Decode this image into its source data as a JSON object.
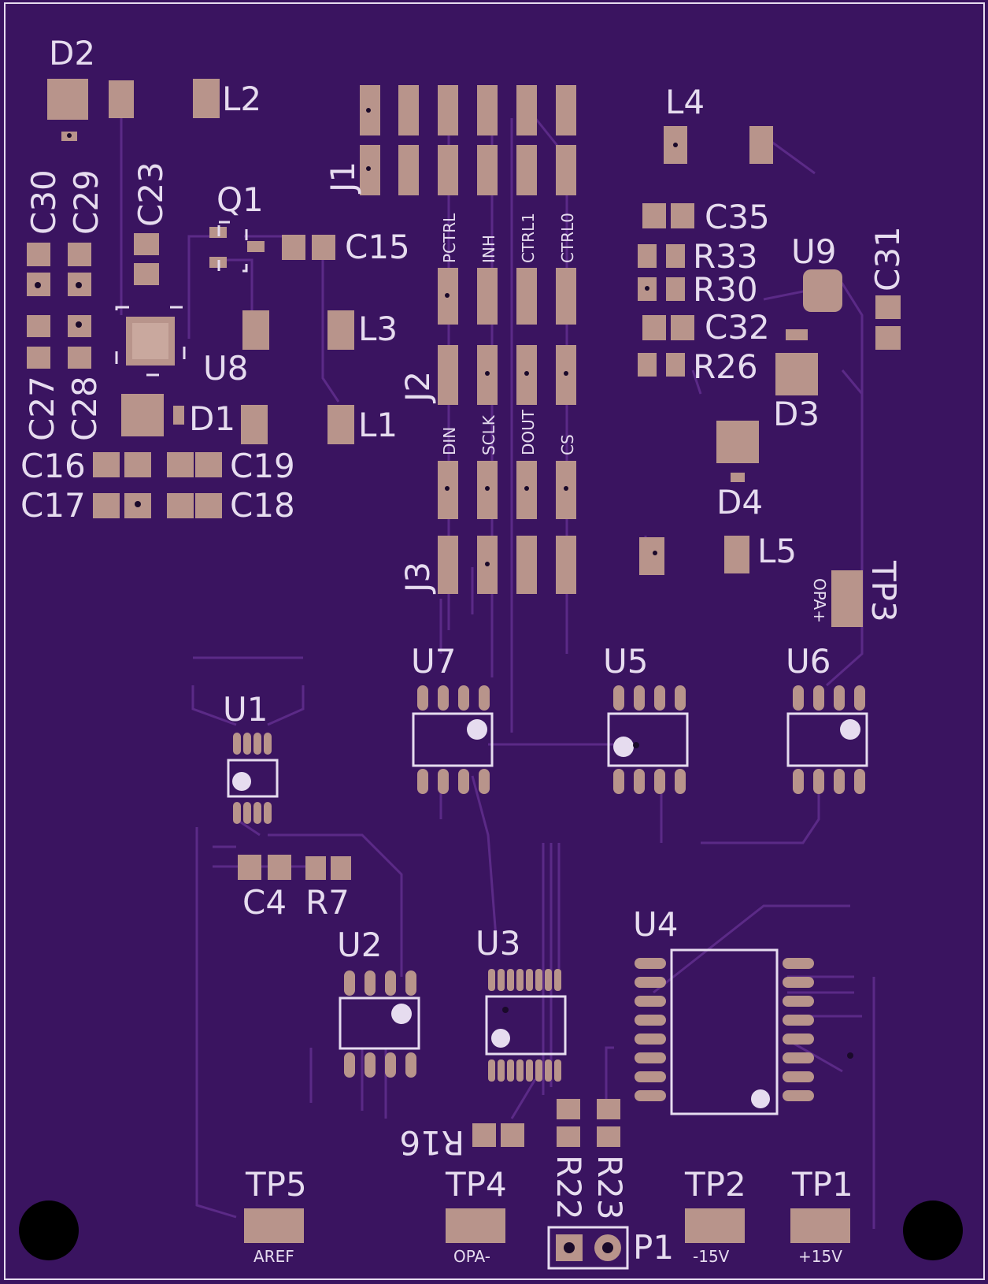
{
  "board": {
    "background": "#3a1460",
    "pad_color": "#b8948b",
    "silk_color": "#e6dcef",
    "trace_color": "#5b2a87"
  },
  "refdes": {
    "D2": "D2",
    "L2": "L2",
    "J1": "J1",
    "L4": "L4",
    "C30": "C30",
    "C29": "C29",
    "C23": "C23",
    "Q1": "Q1",
    "C15": "C15",
    "C35": "C35",
    "R33": "R33",
    "R30": "R30",
    "U9": "U9",
    "C31": "C31",
    "C32": "C32",
    "R26": "R26",
    "D3": "D3",
    "L3": "L3",
    "U8": "U8",
    "J2": "J2",
    "C27": "C27",
    "C28": "C28",
    "D1": "D1",
    "L1": "L1",
    "C16": "C16",
    "C19": "C19",
    "C17": "C17",
    "C18": "C18",
    "D4": "D4",
    "L5": "L5",
    "TP3": "TP3",
    "J3": "J3",
    "U7": "U7",
    "U5": "U5",
    "U6": "U6",
    "U1": "U1",
    "C4": "C4",
    "R7": "R7",
    "U2": "U2",
    "U3": "U3",
    "U4": "U4",
    "R16": "R16",
    "R22": "R22",
    "R23": "R23",
    "TP5": "TP5",
    "TP4": "TP4",
    "TP2": "TP2",
    "TP1": "TP1",
    "P1": "P1"
  },
  "nets": {
    "pctrl": "PCTRL",
    "inh": "INH",
    "ctrl1": "CTRL1",
    "ctrl0": "CTRL0",
    "din": "DIN",
    "sclk": "SCLK",
    "dout": "DOUT",
    "cs": "CS",
    "opa_plus": "OPA+",
    "aref": "AREF",
    "opa_minus": "OPA-",
    "minus15v": "-15V",
    "plus15v": "+15V"
  }
}
